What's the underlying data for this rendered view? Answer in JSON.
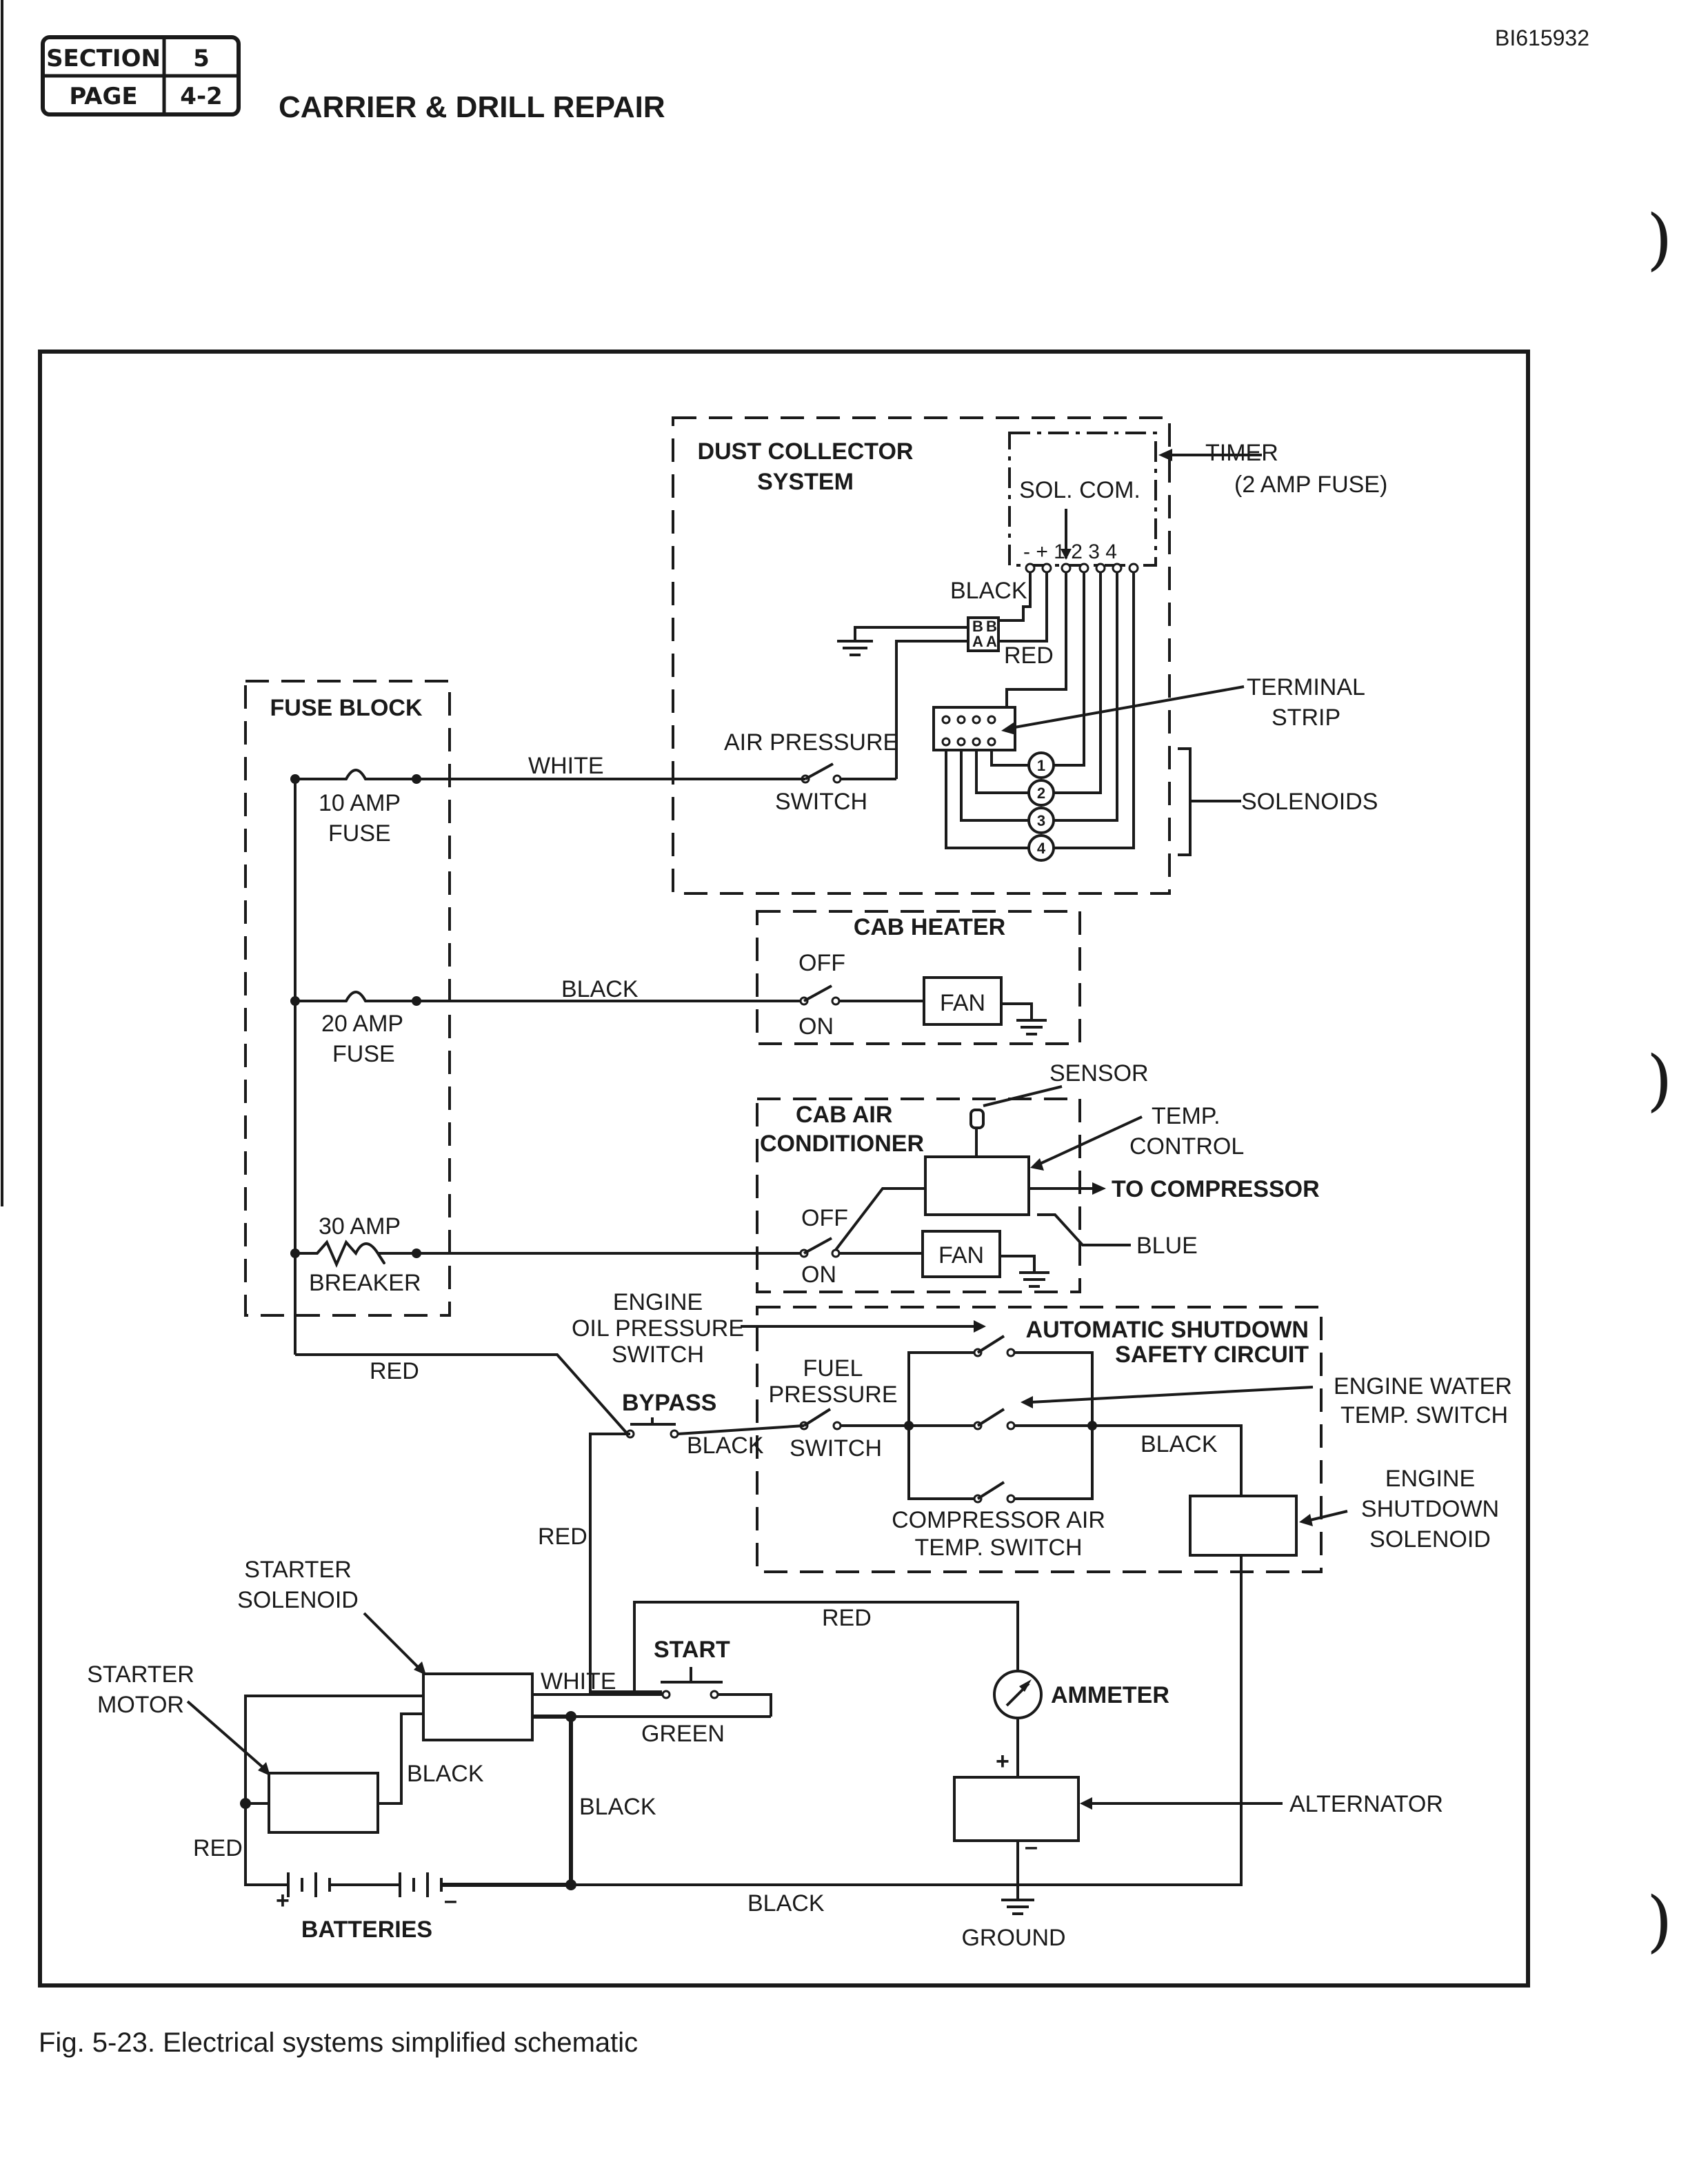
{
  "header": {
    "section_label": "SECTION",
    "section_value": "5",
    "page_label": "PAGE",
    "page_value": "4-2",
    "title": "CARRIER & DRILL REPAIR",
    "doc_id": "BI615932"
  },
  "margin_marks": [
    ")",
    ")",
    ")"
  ],
  "diagram": {
    "dust_collector": {
      "title_line1": "DUST COLLECTOR",
      "title_line2": "SYSTEM",
      "sol_com": "SOL. COM.",
      "timer_terminals": "- + 1 2 3 4",
      "timer_line1": "TIMER",
      "timer_line2": "(2 AMP FUSE)",
      "black": "BLACK",
      "red": "RED",
      "terminal_line1": "TERMINAL",
      "terminal_line2": "STRIP",
      "air_line1": "AIR PRESSURE",
      "air_line2": "SWITCH",
      "solenoids": "SOLENOIDS",
      "sol_numbers": [
        "1",
        "2",
        "3",
        "4"
      ],
      "connector_text": [
        "B",
        "B",
        "A",
        "A"
      ]
    },
    "fuse_block": {
      "title": "FUSE BLOCK",
      "fuse10_line1": "10 AMP",
      "fuse10_line2": "FUSE",
      "fuse20_line1": "20 AMP",
      "fuse20_line2": "FUSE",
      "breaker_line1": "30 AMP",
      "breaker_line2": "BREAKER"
    },
    "wires": {
      "white_top": "WHITE",
      "black_heater": "BLACK",
      "red_fuse": "RED",
      "red_left": "RED",
      "red_top": "RED",
      "black_bypass": "BLACK",
      "black_shutdown": "BLACK",
      "white_start": "WHITE",
      "green": "GREEN",
      "black_motor": "BLACK",
      "black_vert": "BLACK",
      "black_bottom": "BLACK",
      "red_batt": "RED"
    },
    "cab_heater": {
      "title": "CAB HEATER",
      "off": "OFF",
      "on": "ON",
      "fan": "FAN"
    },
    "cab_ac": {
      "title_line1": "CAB AIR",
      "title_line2": "CONDITIONER",
      "sensor": "SENSOR",
      "temp_line1": "TEMP.",
      "temp_line2": "CONTROL",
      "to_compressor": "TO COMPRESSOR",
      "blue": "BLUE",
      "off": "OFF",
      "on": "ON",
      "fan": "FAN"
    },
    "shutdown": {
      "oil_line1": "ENGINE",
      "oil_line2": "OIL PRESSURE",
      "oil_line3": "SWITCH",
      "title_line1": "AUTOMATIC SHUTDOWN",
      "title_line2": "SAFETY CIRCUIT",
      "fuel_line1": "FUEL",
      "fuel_line2": "PRESSURE",
      "fuel_line3": "SWITCH",
      "bypass": "BYPASS",
      "water_line1": "ENGINE  WATER",
      "water_line2": "TEMP. SWITCH",
      "comp_line1": "COMPRESSOR AIR",
      "comp_line2": "TEMP. SWITCH",
      "sol_line1": "ENGINE",
      "sol_line2": "SHUTDOWN",
      "sol_line3": "SOLENOID"
    },
    "starting": {
      "solenoid_line1": "STARTER",
      "solenoid_line2": "SOLENOID",
      "motor_line1": "STARTER",
      "motor_line2": "MOTOR",
      "start": "START",
      "ammeter": "AMMETER",
      "alternator": "ALTERNATOR",
      "plus": "+",
      "minus": "–",
      "batteries": "BATTERIES",
      "ground": "GROUND",
      "batt_plus": "+",
      "batt_minus": "–"
    }
  },
  "caption": "Fig. 5-23.  Electrical systems simplified schematic"
}
